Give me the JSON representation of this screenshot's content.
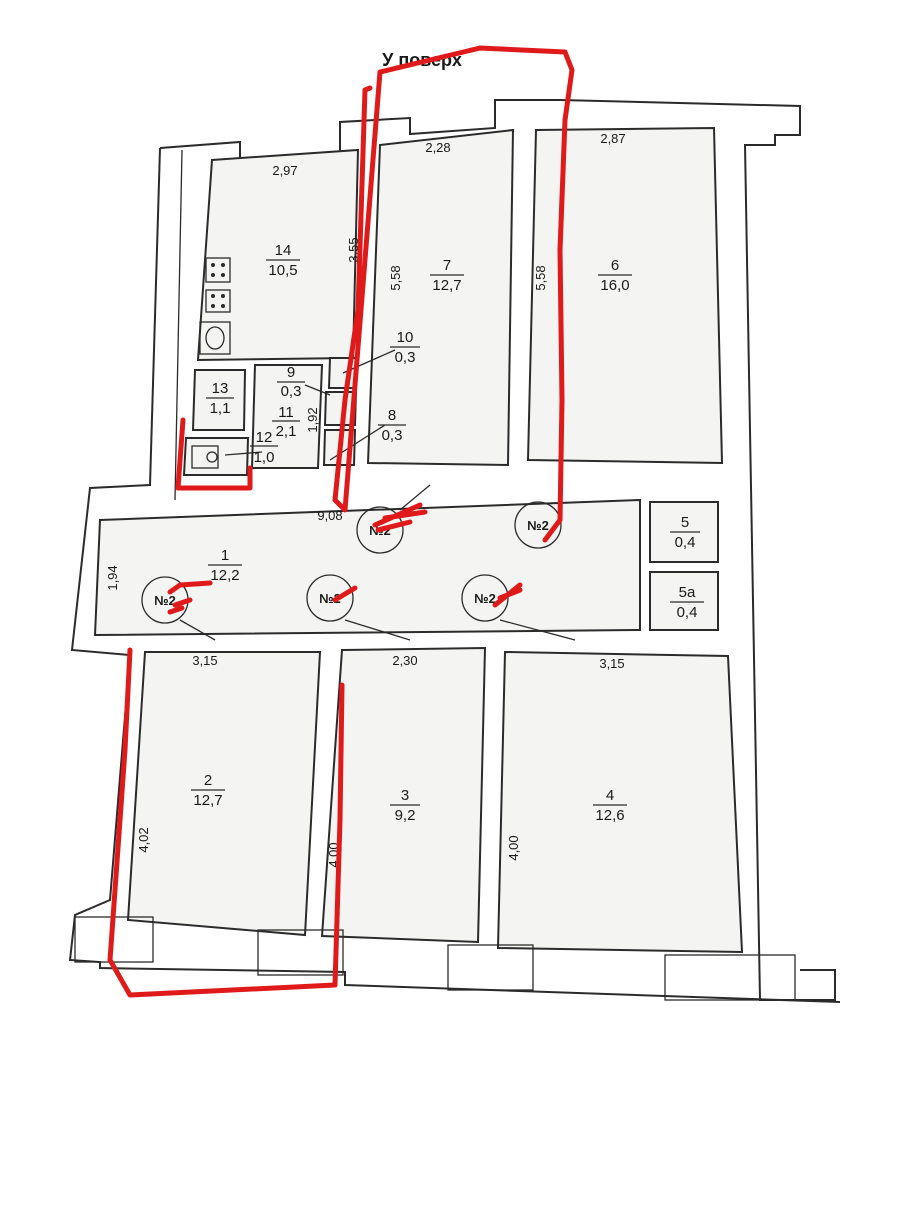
{
  "heading": "У поверх",
  "rooms": [
    {
      "id": "r14",
      "num": "14",
      "area": "10,5"
    },
    {
      "id": "r7",
      "num": "7",
      "area": "12,7"
    },
    {
      "id": "r6",
      "num": "6",
      "area": "16,0"
    },
    {
      "id": "r13",
      "num": "13",
      "area": "1,1"
    },
    {
      "id": "r9",
      "num": "9",
      "area": "0,3"
    },
    {
      "id": "r10",
      "num": "10",
      "area": "0,3"
    },
    {
      "id": "r11",
      "num": "11",
      "area": "2,1"
    },
    {
      "id": "r8",
      "num": "8",
      "area": "0,3"
    },
    {
      "id": "r12",
      "num": "12",
      "area": "1,0"
    },
    {
      "id": "r1",
      "num": "1",
      "area": "12,2"
    },
    {
      "id": "r5",
      "num": "5",
      "area": "0,4"
    },
    {
      "id": "r5a",
      "num": "5а",
      "area": "0,4"
    },
    {
      "id": "r2",
      "num": "2",
      "area": "12,7"
    },
    {
      "id": "r3",
      "num": "3",
      "area": "9,2"
    },
    {
      "id": "r4",
      "num": "4",
      "area": "12,6"
    }
  ],
  "dimensions": [
    {
      "id": "d297",
      "value": "2,97"
    },
    {
      "id": "d228",
      "value": "2,28"
    },
    {
      "id": "d287",
      "value": "2,87"
    },
    {
      "id": "d355",
      "value": "3,55"
    },
    {
      "id": "d558a",
      "value": "5,58"
    },
    {
      "id": "d558b",
      "value": "5,58"
    },
    {
      "id": "d192",
      "value": "1,92"
    },
    {
      "id": "d908",
      "value": "9,08"
    },
    {
      "id": "d194",
      "value": "1,94"
    },
    {
      "id": "d315a",
      "value": "3,15"
    },
    {
      "id": "d230",
      "value": "2,30"
    },
    {
      "id": "d315b",
      "value": "3,15"
    },
    {
      "id": "d402",
      "value": "4,02"
    },
    {
      "id": "d400a",
      "value": "4,00"
    },
    {
      "id": "d400b",
      "value": "4,00"
    }
  ],
  "apartment_markers": [
    {
      "id": "m1",
      "label": "№2"
    },
    {
      "id": "m2",
      "label": "№2"
    },
    {
      "id": "m3",
      "label": "№2"
    },
    {
      "id": "m4",
      "label": "№2"
    },
    {
      "id": "m5",
      "label": "№2"
    }
  ],
  "colors": {
    "wall": "#2b2b2b",
    "annotation": "#e01a1a",
    "paper": "#ffffff"
  }
}
